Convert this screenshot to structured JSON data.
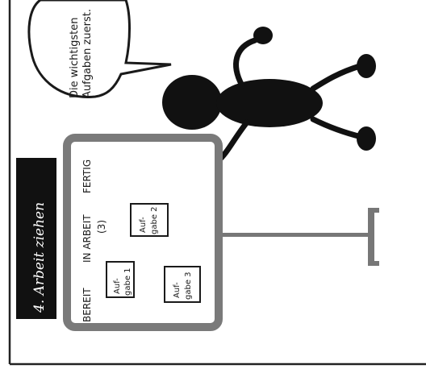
{
  "panel": {
    "title": "4. Arbeit ziehen",
    "speech_line1": "Die wichtigsten",
    "speech_line2": "Aufgaben zuerst.",
    "board": {
      "columns": [
        "BEREIT",
        "IN ARBEIT",
        "FERTIG"
      ],
      "wip_limit": "(3)",
      "cards": [
        {
          "line1": "Auf-",
          "line2": "gabe 1"
        },
        {
          "line1": "Auf-",
          "line2": "gabe 2"
        },
        {
          "line1": "Auf-",
          "line2": "gabe 3"
        }
      ]
    }
  }
}
